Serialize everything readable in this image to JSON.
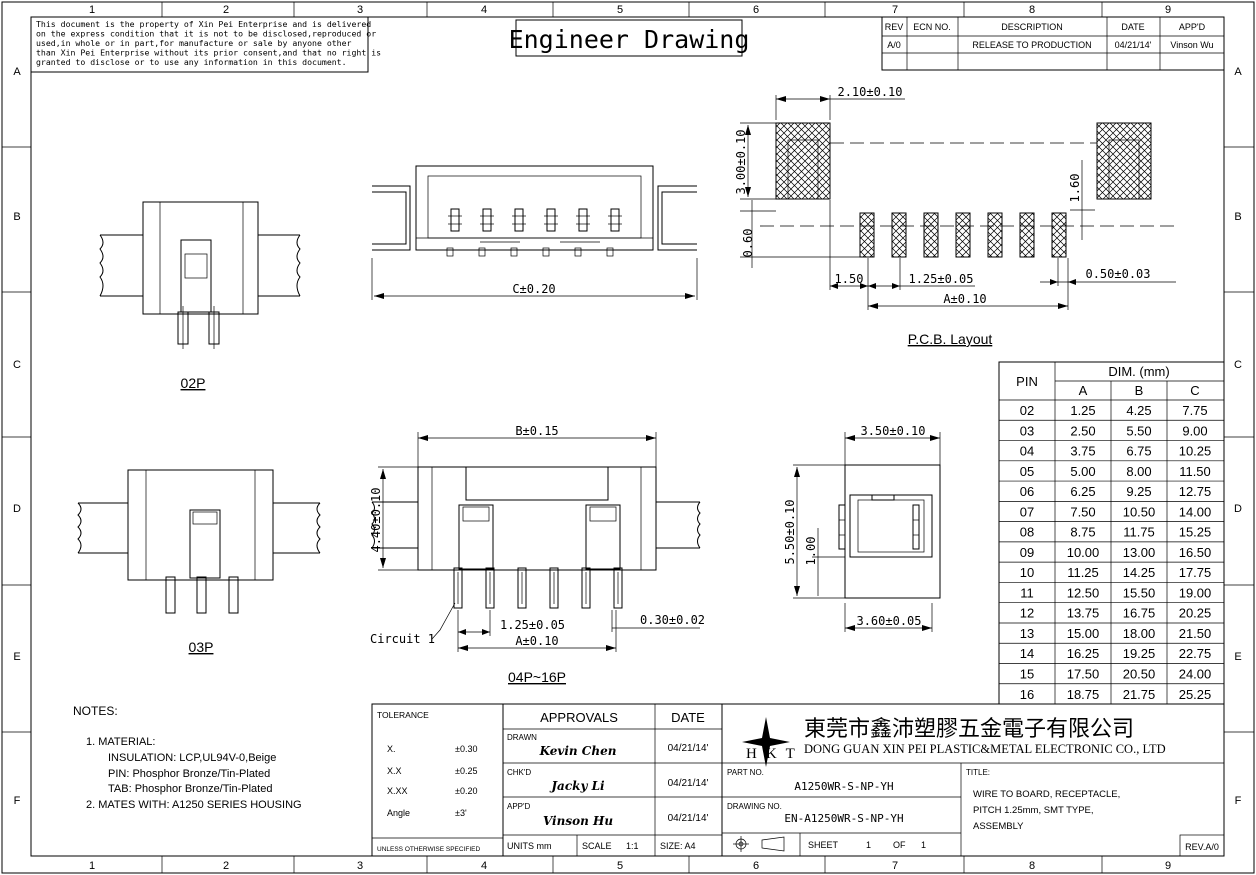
{
  "notice": [
    "This document is the property of Xin Pei Enterprise and is delivered",
    "on the express condition that it is not to be disclosed,reproduced or",
    "used,in whole or in part,for manufacture or sale by anyone other",
    "than Xin Pei Enterprise without its prior consent,and that no right is",
    "granted to disclose or to use any information in this document."
  ],
  "drawing_title": "Engineer Drawing",
  "grid": {
    "cols": [
      "1",
      "2",
      "3",
      "4",
      "5",
      "6",
      "7",
      "8",
      "9"
    ],
    "rows": [
      "A",
      "B",
      "C",
      "D",
      "E",
      "F"
    ]
  },
  "revision": {
    "headers": [
      "REV",
      "ECN NO.",
      "DESCRIPTION",
      "DATE",
      "APP'D"
    ],
    "row": [
      "A/0",
      "",
      "RELEASE TO PRODUCTION",
      "04/21/14'",
      "Vinson Wu"
    ]
  },
  "views": {
    "p02": "02P",
    "p03": "03P",
    "p04": "04P~16P",
    "pcb": "P.C.B. Layout"
  },
  "dims": {
    "c": "C±0.20",
    "b": "B±0.15",
    "a_front": "A±0.10",
    "pitch_front": "1.25±0.05",
    "pin_w": "0.30±0.02",
    "h440": "4.40±0.10",
    "circuit": "Circuit 1",
    "w350": "3.50±0.10",
    "h550": "5.50±0.10",
    "h100": "1.00",
    "w360": "3.60±0.05",
    "pcb_w": "2.10±0.10",
    "pcb_h": "3.00±0.10",
    "pcb_160": "1.60",
    "pcb_060": "0.60",
    "pcb_150": "1.50",
    "pcb_pitch": "1.25±0.05",
    "pcb_pad": "0.50±0.03",
    "pcb_a": "A±0.10"
  },
  "dim_table": {
    "pin_header": "PIN",
    "group_header": "DIM. (mm)",
    "cols": [
      "A",
      "B",
      "C"
    ],
    "rows": [
      [
        "02",
        "1.25",
        "4.25",
        "7.75"
      ],
      [
        "03",
        "2.50",
        "5.50",
        "9.00"
      ],
      [
        "04",
        "3.75",
        "6.75",
        "10.25"
      ],
      [
        "05",
        "5.00",
        "8.00",
        "11.50"
      ],
      [
        "06",
        "6.25",
        "9.25",
        "12.75"
      ],
      [
        "07",
        "7.50",
        "10.50",
        "14.00"
      ],
      [
        "08",
        "8.75",
        "11.75",
        "15.25"
      ],
      [
        "09",
        "10.00",
        "13.00",
        "16.50"
      ],
      [
        "10",
        "11.25",
        "14.25",
        "17.75"
      ],
      [
        "11",
        "12.50",
        "15.50",
        "19.00"
      ],
      [
        "12",
        "13.75",
        "16.75",
        "20.25"
      ],
      [
        "13",
        "15.00",
        "18.00",
        "21.50"
      ],
      [
        "14",
        "16.25",
        "19.25",
        "22.75"
      ],
      [
        "15",
        "17.50",
        "20.50",
        "24.00"
      ],
      [
        "16",
        "18.75",
        "21.75",
        "25.25"
      ]
    ]
  },
  "notes": {
    "title": "NOTES:",
    "lines": [
      "1. MATERIAL:",
      "INSULATION: LCP,UL94V-0,Beige",
      "PIN: Phosphor Bronze/Tin-Plated",
      "TAB: Phosphor Bronze/Tin-Plated",
      "2. MATES WITH: A1250 SERIES HOUSING"
    ]
  },
  "tolerance": {
    "title": "TOLERANCE",
    "rows": [
      [
        "X.",
        "±0.30"
      ],
      [
        "X.X",
        "±0.25"
      ],
      [
        "X.XX",
        "±0.20"
      ],
      [
        "Angle",
        "±3'"
      ]
    ],
    "footer": "UNLESS OTHERWISE SPECIFIED"
  },
  "approvals": {
    "title": "APPROVALS",
    "date_header": "DATE",
    "rows": [
      {
        "role": "DRAWN",
        "name": "Kevin Chen",
        "date": "04/21/14'"
      },
      {
        "role": "CHK'D",
        "name": "Jacky Li",
        "date": "04/21/14'"
      },
      {
        "role": "APP'D",
        "name": "Vinson Hu",
        "date": "04/21/14'"
      }
    ],
    "units": "UNITS mm",
    "scale_label": "SCALE",
    "scale": "1:1",
    "size": "SIZE: A4"
  },
  "company": {
    "logo": "HKT",
    "name_cn": "東莞市鑫沛塑膠五金電子有限公司",
    "name_en": "DONG GUAN XIN PEI PLASTIC&METAL ELECTRONIC CO., LTD"
  },
  "part": {
    "part_label": "PART NO.",
    "part_no": "A1250WR-S-NP-YH",
    "drawing_label": "DRAWING NO.",
    "drawing_no": "EN-A1250WR-S-NP-YH",
    "title_label": "TITLE:",
    "title_lines": [
      "WIRE TO BOARD, RECEPTACLE,",
      "PITCH 1.25mm, SMT TYPE,",
      "ASSEMBLY"
    ],
    "sheet_label": "SHEET",
    "sheet": "1",
    "of_label": "OF",
    "of": "1",
    "rev": "REV.A/0"
  }
}
